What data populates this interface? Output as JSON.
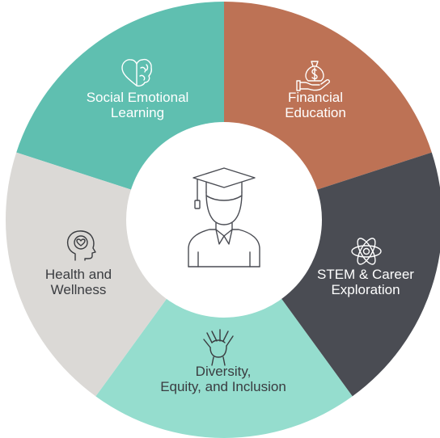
{
  "diagram": {
    "segments": [
      {
        "id": "social-emotional-learning",
        "lines": [
          "Social Emotional",
          "Learning"
        ],
        "color": "#5fbfb0",
        "text_color": "#ffffff",
        "icon": "brain-heart-icon"
      },
      {
        "id": "financial-education",
        "lines": [
          "Financial",
          "Education"
        ],
        "color": "#bd7255",
        "text_color": "#ffffff",
        "icon": "money-bag-hand-icon"
      },
      {
        "id": "stem-career-exploration",
        "lines": [
          "STEM & Career",
          "Exploration"
        ],
        "color": "#4a4c53",
        "text_color": "#ffffff",
        "icon": "atom-icon"
      },
      {
        "id": "diversity-equity-inclusion",
        "lines": [
          "Diversity,",
          "Equity, and Inclusion"
        ],
        "color": "#95ddce",
        "text_color": "#3a3c40",
        "icon": "joined-hands-icon"
      },
      {
        "id": "health-and-wellness",
        "lines": [
          "Health and",
          "Wellness"
        ],
        "color": "#dbd9d6",
        "text_color": "#3a3c40",
        "icon": "head-heart-icon"
      }
    ],
    "center": {
      "icon": "graduate-icon",
      "icon_color": "#4a4c53",
      "background": "#ffffff"
    }
  }
}
